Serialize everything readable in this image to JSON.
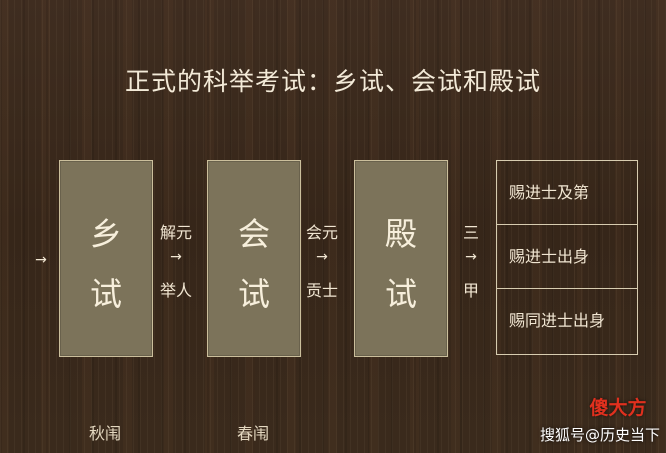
{
  "title": "正式的科举考试：乡试、会试和殿试",
  "entry_arrow": "→",
  "exams": [
    {
      "char_top": "乡",
      "char_bottom": "试"
    },
    {
      "char_top": "会",
      "char_bottom": "试"
    },
    {
      "char_top": "殿",
      "char_bottom": "试"
    }
  ],
  "connectors": [
    {
      "top": "解元",
      "arrow": "→",
      "bottom": "举人"
    },
    {
      "top": "会元",
      "arrow": "→",
      "bottom": "贡士"
    },
    {
      "top": "三",
      "arrow": "→",
      "bottom": "甲"
    }
  ],
  "ranks": [
    "赐进士及第",
    "赐进士出身",
    "赐同进士出身"
  ],
  "seasons": [
    "秋闱",
    "春闱"
  ],
  "watermark": {
    "badge": "傻大方",
    "text": "搜狐号@历史当下"
  }
}
